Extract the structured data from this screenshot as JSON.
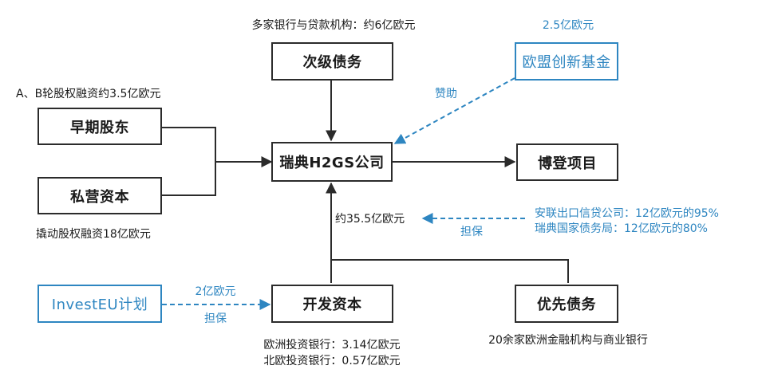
{
  "nodes": {
    "early_shareholders": "早期股东",
    "private_capital": "私营资本",
    "junior_debt": "次级债务",
    "h2gs": "瑞典H2GS公司",
    "eu_innovation_fund": "欧盟创新基金",
    "boden_project": "博登项目",
    "investeu": "InvestEU计划",
    "development_capital": "开发资本",
    "senior_debt": "优先债务"
  },
  "labels": {
    "junior_debt_source": "多家银行与贷款机构：约6亿欧元",
    "ab_round": "A、B轮股权融资约3.5亿欧元",
    "leveraged_round": "撬动股权融资18亿欧元",
    "eu_fund_amount": "2.5亿欧元",
    "sponsor": "赞助",
    "guarantee_total": "约35.5亿欧元",
    "guarantee_1": "担保",
    "export_credit_1": "安联出口信贷公司：12亿欧元的95%",
    "export_credit_2": "瑞典国家债务局：12亿欧元的80%",
    "investeu_amount": "2亿欧元",
    "guarantee_2": "担保",
    "eib": "欧洲投资银行：3.14亿欧元",
    "nib": "北欧投资银行：0.57亿欧元",
    "senior_debt_source": "20余家欧洲金融机构与商业银行"
  },
  "colors": {
    "line": "#2b2b2b",
    "accent": "#2e86c1"
  }
}
